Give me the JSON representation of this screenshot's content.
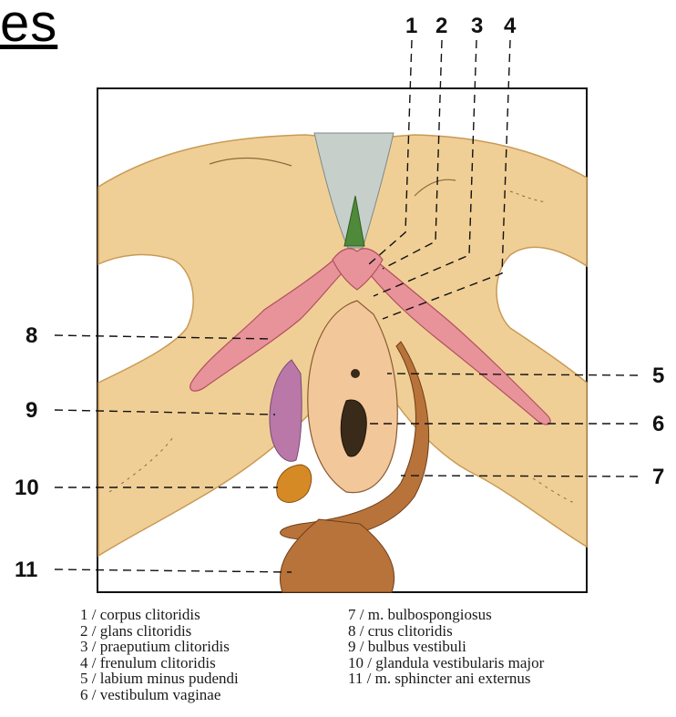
{
  "title_fragment": "es",
  "top_numbers": [
    "1",
    "2",
    "3",
    "4"
  ],
  "side_numbers_left": [
    "8",
    "9",
    "10",
    "11"
  ],
  "side_numbers_right": [
    "5",
    "6",
    "7"
  ],
  "legend_left": [
    "1 / corpus clitoridis",
    "2 / glans clitoridis",
    "3 / praeputium clitoridis",
    "4 / frenulum clitoridis",
    "5 / labium minus pudendi",
    "6 / vestibulum vaginae"
  ],
  "legend_right": [
    "7 / m. bulbospongiosus",
    "8 / crus clitoridis",
    "9 / bulbus vestibuli",
    "10 / glandula vestibularis major",
    "11 / m. sphincter ani externus"
  ],
  "colors": {
    "bone": "#f0cf96",
    "bone_edge": "#c99a55",
    "pink": "#e8929a",
    "purple": "#b978a8",
    "muscle": "#b8733a",
    "gland": "#d68a25",
    "gray": "#c7cfcb",
    "green": "#4f8a3a"
  }
}
